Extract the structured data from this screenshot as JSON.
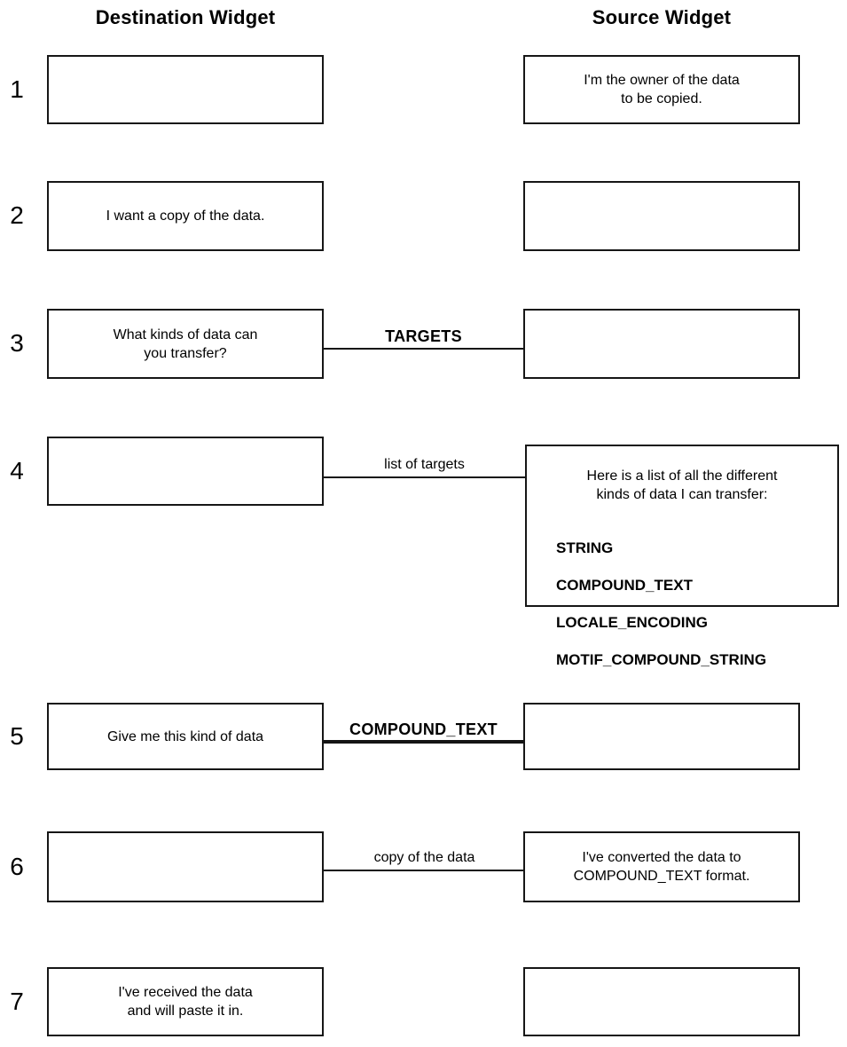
{
  "headers": {
    "left": "Destination Widget",
    "right": "Source Widget"
  },
  "rows": [
    {
      "num": "1",
      "left": "",
      "right": "I'm the owner of the data\nto be copied."
    },
    {
      "num": "2",
      "left": "I want a copy of the data.",
      "right": ""
    },
    {
      "num": "3",
      "left": "What kinds of data can\nyou transfer?",
      "right": "",
      "connector_label": "TARGETS"
    },
    {
      "num": "4",
      "left": "",
      "connector_label": "list of targets",
      "right_intro": "Here is a list of all the different\nkinds of data I can transfer:",
      "right_list": [
        "STRING",
        "COMPOUND_TEXT",
        "LOCALE_ENCODING",
        "MOTIF_COMPOUND_STRING"
      ]
    },
    {
      "num": "5",
      "left": "Give me this kind of data",
      "right": "",
      "connector_label": "COMPOUND_TEXT"
    },
    {
      "num": "6",
      "left": "",
      "right": "I've converted the data to\nCOMPOUND_TEXT format.",
      "connector_label": "copy of the data"
    },
    {
      "num": "7",
      "left": "I've received the data\nand will paste it in.",
      "right": ""
    }
  ]
}
